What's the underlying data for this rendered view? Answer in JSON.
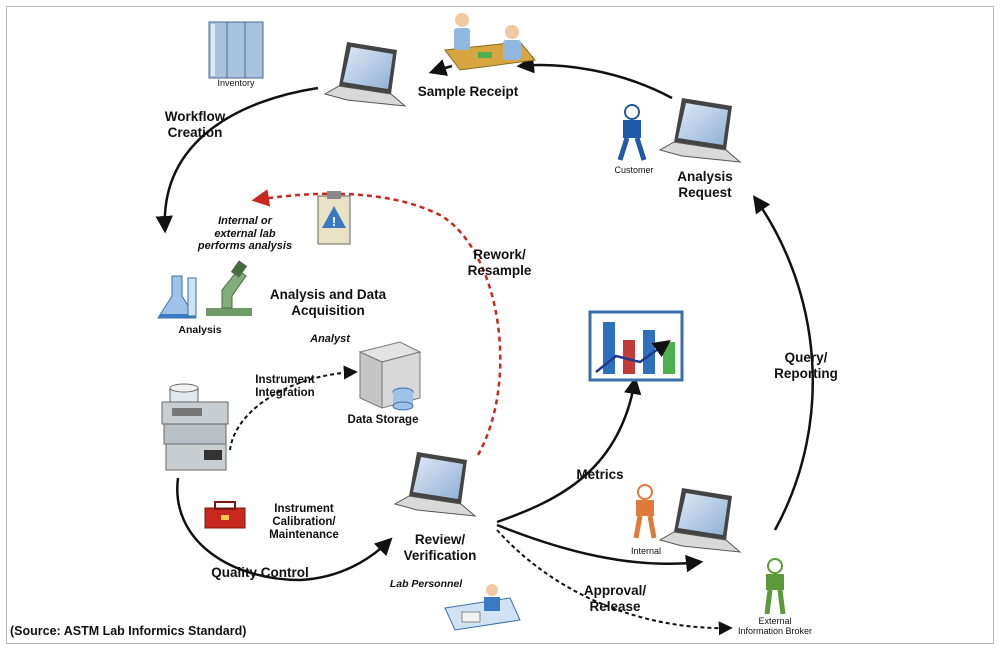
{
  "labels": {
    "inventory": "Inventory",
    "sample_receipt": "Sample Receipt",
    "workflow_creation": "Workflow\nCreation",
    "customer": "Customer",
    "analysis_request": "Analysis\nRequest",
    "internal_external_lab": "Internal or\nexternal lab\nperforms analysis",
    "rework_resample": "Rework/\nResample",
    "analysis": "Analysis",
    "analysis_data_acquisition": "Analysis and Data\nAcquisition",
    "analyst": "Analyst",
    "instrument_integration": "Instrument\nIntegration",
    "data_storage": "Data Storage",
    "query_reporting": "Query/\nReporting",
    "metrics": "Metrics",
    "instrument_calibration": "Instrument\nCalibration/\nMaintenance",
    "review_verification": "Review/\nVerification",
    "internal": "Internal",
    "quality_control": "Quality Control",
    "approval_release": "Approval/\nRelease",
    "lab_personnel": "Lab Personnel",
    "external_broker": "External\nInformation Broker"
  },
  "source": "(Source: ASTM Lab Informics Standard)",
  "colors": {
    "arrow": "#111111",
    "rework_arrow": "#c8281e",
    "laptop_screen": "#3a6fa8",
    "person_blue": "#1f5aa8",
    "person_orange": "#e07a3a",
    "person_green": "#5a9a3a",
    "bar_red": "#c23a3a",
    "bar_blue": "#2f6fbf",
    "bar_green": "#4fb04f"
  },
  "icons": [
    "laptop-icon",
    "inventory-icon",
    "meeting-icon",
    "person-icon",
    "clipboard-icon",
    "flask-icon",
    "microscope-icon",
    "server-icon",
    "instrument-icon",
    "toolbox-icon",
    "chart-icon"
  ]
}
